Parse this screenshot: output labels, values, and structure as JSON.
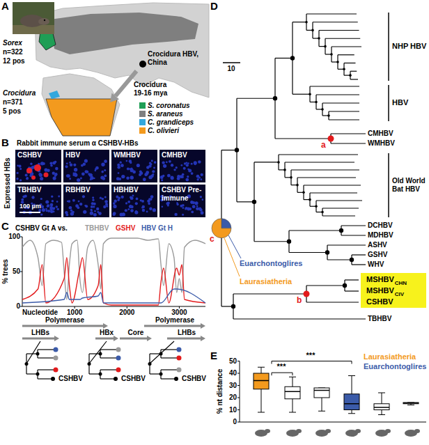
{
  "diagram": {
    "nodes": [
      {
        "text": [
          "CSHBV"
        ]
      },
      {
        "text": [
          "HBV"
        ]
      },
      {
        "text": [
          "WMHBV"
        ]
      },
      {
        "text": [
          "CMHBV"
        ]
      },
      {
        "text": [
          "TBHBV"
        ]
      },
      {
        "text": [
          "RBHBV"
        ]
      },
      {
        "text": [
          "HBHBV"
        ]
      },
      {
        "text": [
          "CSHBV Pre-immune"
        ]
      },
      {
        "text": [
          "MSHBV",
          "CHN",
          "MSHBV",
          "CIV",
          "CSHBV"
        ]
      }
    ],
    "labels": [
      "A",
      "Sorex",
      "n=322",
      "12 pos",
      "Crocidura HBV, China",
      "Crocidura 19-16 mya",
      "Crocidura",
      "n=371",
      "5 pos",
      "B",
      "Rabbit immune serum α CSHBV-HBs",
      "Expressed HBs",
      "100 µm",
      "C",
      "CSHBV Gt A vs.",
      "TBHBV",
      "GSHV",
      "HBV Gt H",
      "100",
      "50",
      "0",
      "% trees",
      "1000",
      "2000",
      "3000",
      "Nucleotide",
      "Polymerase",
      "Polymerase",
      "LHBs",
      "HBx",
      "Core",
      "LHBs",
      "CSHBV",
      "CSHBV",
      "CSHBV",
      "D",
      "10",
      "NHP HBV",
      "HBV",
      "CMHBV",
      "WMHBV",
      "Old World Bat HBV",
      "DCHBV",
      "MDHBV",
      "ASHV",
      "GSHV",
      "WHV",
      "TBHBV",
      "a",
      "b",
      "c",
      "Euarchontoglires",
      "Laurasiatheria",
      "E",
      "% nt distance",
      "0",
      "10",
      "20",
      "30",
      "40",
      "50",
      "***",
      "***",
      "Laurasiatheria",
      "Euarchontoglires"
    ],
    "legend": [
      {
        "text": "S. coronatus",
        "color": "#1f9e55"
      },
      {
        "text": "S. araneus",
        "color": "#7f7f7f"
      },
      {
        "text": "C. grandiceps",
        "color": "#33a7dd"
      },
      {
        "text": "C. olivieri",
        "color": "#f39a1e"
      }
    ]
  }
}
